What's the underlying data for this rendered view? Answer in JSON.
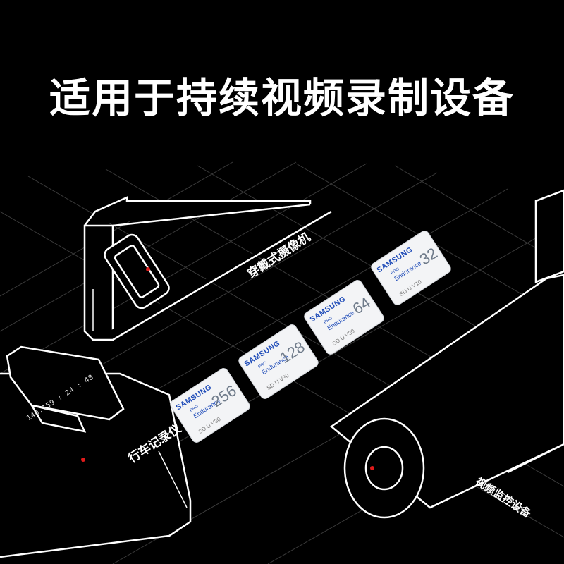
{
  "headline": "适用于持续视频录制设备",
  "devices": {
    "wearable": "穿戴式摄像机",
    "dashcam": "行车记录仪",
    "cctv": "视频监控设备"
  },
  "dashcam_readout": "140,159 : 24 : 48",
  "cards": [
    {
      "brand": "SAMSUNG",
      "pro": "PRO",
      "line": "Endurance",
      "capacity": "256",
      "marks": "SD U V30"
    },
    {
      "brand": "SAMSUNG",
      "pro": "PRO",
      "line": "Endurance",
      "capacity": "128",
      "marks": "SD U V30"
    },
    {
      "brand": "SAMSUNG",
      "pro": "PRO",
      "line": "Endurance",
      "capacity": "64",
      "marks": "SD U V30"
    },
    {
      "brand": "SAMSUNG",
      "pro": "PRO",
      "line": "Endurance",
      "capacity": "32",
      "marks": "SD U V10"
    }
  ],
  "colors": {
    "background": "#000000",
    "grid": "#3a3a3a",
    "outline": "#ffffff",
    "indicator": "#e01b1b",
    "brand_blue": "#1e4bb8"
  }
}
